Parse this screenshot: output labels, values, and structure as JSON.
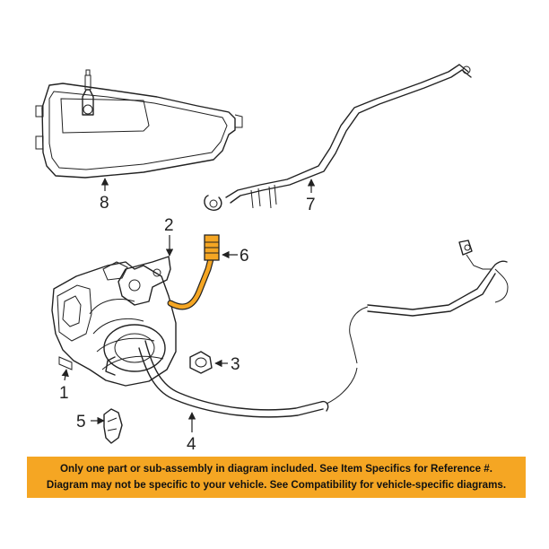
{
  "callouts": {
    "c1": "1",
    "c2": "2",
    "c3": "3",
    "c4": "4",
    "c5": "5",
    "c6": "6",
    "c7": "7",
    "c8": "8"
  },
  "notice": {
    "line1": "Only one part or sub-assembly in diagram included. See Item Specifics for Reference #.",
    "line2": "Diagram may not be specific to your vehicle. See Compatibility for vehicle-specific diagrams."
  },
  "colors": {
    "highlight_part": "#f5a623",
    "notice_background": "#f5a623",
    "line_art": "#222222"
  }
}
